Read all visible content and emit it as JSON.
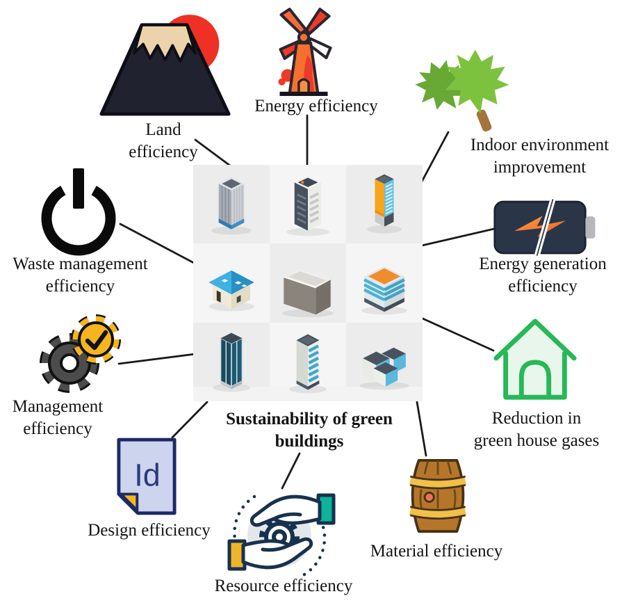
{
  "diagram": {
    "center": {
      "title": "Sustainability of green buildings",
      "title_lines": [
        "Sustainability of green",
        "buildings"
      ],
      "grid_icons": [
        "gray-striped-office-tower",
        "white-office-tower-dark-side",
        "blue-tower-with-yellow-panel",
        "blue-roof-house",
        "gray-monolith-building",
        "blue-midrise-with-orange-roof",
        "dark-teal-glass-tower",
        "white-tower-with-blue-bands",
        "low-rise-building-complex"
      ]
    },
    "nodes": [
      {
        "id": "land",
        "label": "Land efficiency",
        "lines": [
          "Land",
          "efficiency"
        ],
        "icon": "volcano-with-sun-icon"
      },
      {
        "id": "energy",
        "label": "Energy efficiency",
        "icon": "windmill-icon"
      },
      {
        "id": "indoor",
        "label": "Indoor environment improvement",
        "lines": [
          "Indoor environment",
          "improvement"
        ],
        "icon": "green-leaves-icon"
      },
      {
        "id": "energy_generation",
        "label": "Energy generation efficiency",
        "lines": [
          "Energy generation",
          "efficiency"
        ],
        "icon": "battery-lightning-icon"
      },
      {
        "id": "greenhouse_gases",
        "label": "Reduction in green house gases",
        "lines": [
          "Reduction in",
          "green house gases"
        ],
        "icon": "green-house-outline-icon"
      },
      {
        "id": "waste",
        "label": "Waste management efficiency",
        "lines": [
          "Waste management",
          "efficiency"
        ],
        "icon": "power-button-icon"
      },
      {
        "id": "management",
        "label": "Management efficiency",
        "lines": [
          "Management",
          "efficiency"
        ],
        "icon": "double-gear-check-icon"
      },
      {
        "id": "design",
        "label": "Design efficiency",
        "icon": "indesign-file-icon",
        "icon_text": "Id"
      },
      {
        "id": "resource",
        "label": "Resource efficiency",
        "icon": "hands-around-gear-icon"
      },
      {
        "id": "material",
        "label": "Material efficiency",
        "icon": "wooden-barrel-icon"
      }
    ],
    "colors": {
      "connector": "#1a1a1a",
      "grid_cell_dark": "#ececec",
      "grid_cell_light": "#f5f5f5",
      "volcano_sun": "#ee3124",
      "windmill_orange": "#f4702f",
      "leaf_green": "#7dc23e",
      "battery_navy": "#2b3548",
      "house_green": "#27b857",
      "gear_yellow": "#f6b51e",
      "file_lavender": "#cdd4ee",
      "barrel_brown": "#b5762c"
    }
  }
}
